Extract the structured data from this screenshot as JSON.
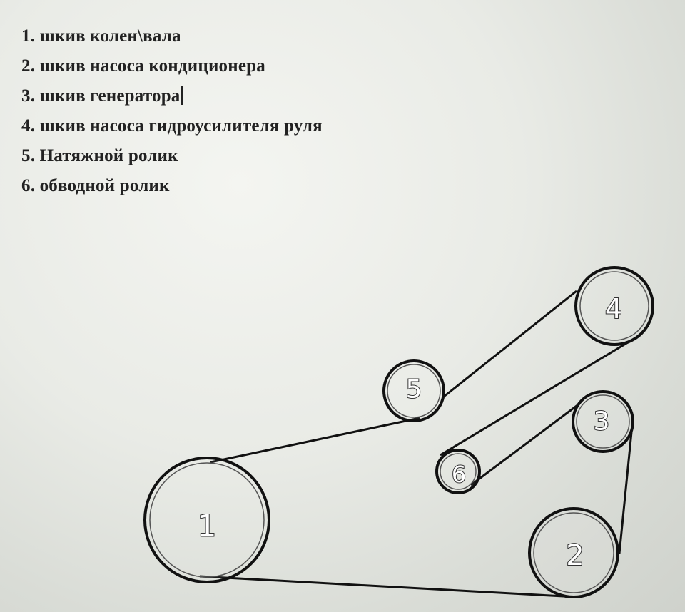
{
  "legend": {
    "items": [
      "1. шкив колен\\вала",
      "2. шкив насоса кондиционера",
      "3. шкив генератора",
      "4. шкив насоса гидроусилителя руля",
      "5. Натяжной ролик",
      "6. обводной ролик"
    ]
  },
  "pulleys": {
    "p1": "1",
    "p2": "2",
    "p3": "3",
    "p4": "4",
    "p5": "5",
    "p6": "6"
  }
}
